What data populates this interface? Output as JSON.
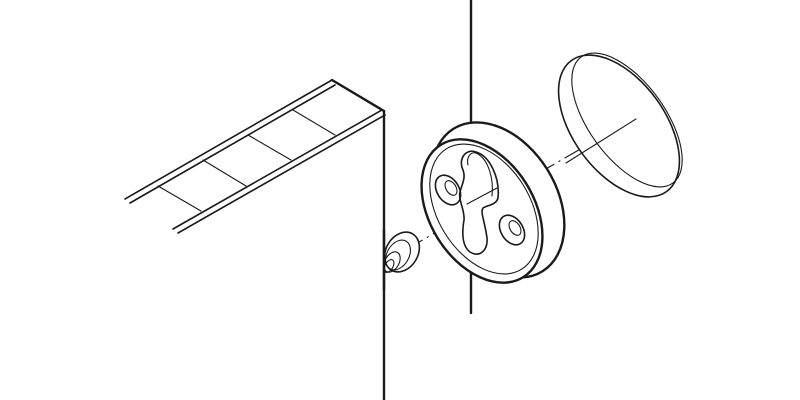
{
  "diagram": {
    "type": "exploded-assembly-line-drawing",
    "background_color": "#ffffff",
    "line_color": "#1a1a1a",
    "components": [
      {
        "id": "panel",
        "label": "Panel with slat top edge"
      },
      {
        "id": "screw-stud",
        "label": "Mounting stud / screw head"
      },
      {
        "id": "wall-edge",
        "label": "Second vertical edge"
      },
      {
        "id": "keyhole-plate",
        "label": "Round keyhole mounting plate with two screw holes"
      },
      {
        "id": "cover-cap",
        "label": "Round cover cap"
      }
    ],
    "assembly_axis": "dash-dot center line passing through stud, plate and cap"
  }
}
